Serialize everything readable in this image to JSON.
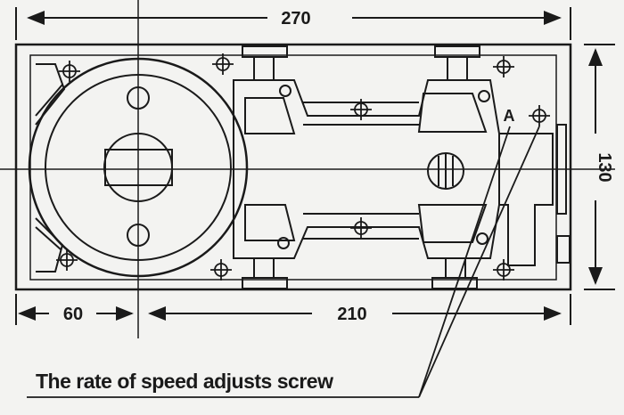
{
  "dimensions": {
    "overall_length": "270",
    "overall_height": "130",
    "left_offset": "60",
    "body_length": "210"
  },
  "labels": {
    "point_a": "A",
    "caption": "The rate of speed adjusts screw"
  },
  "colors": {
    "ink": "#1a1a1a",
    "paper": "#f3f3f1"
  }
}
